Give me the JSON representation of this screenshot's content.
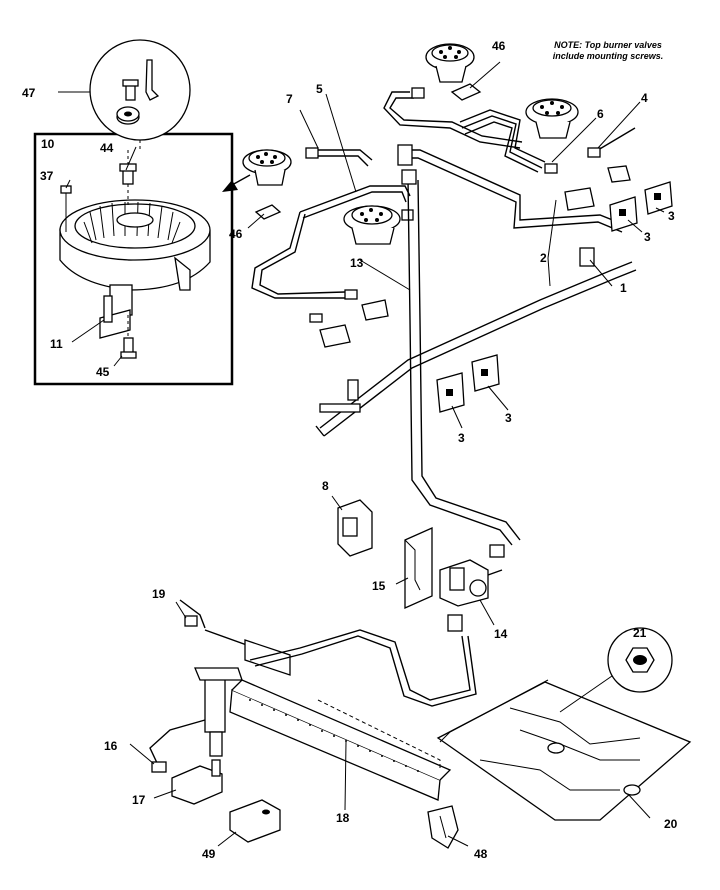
{
  "note": {
    "line1": "NOTE: Top burner valves",
    "line2": "include mounting screws."
  },
  "labels": {
    "p1": "1",
    "p2": "2",
    "p3a": "3",
    "p3b": "3",
    "p3c": "3",
    "p3d": "3",
    "p4": "4",
    "p5": "5",
    "p6": "6",
    "p7": "7",
    "p8": "8",
    "p10": "10",
    "p11": "11",
    "p13": "13",
    "p14": "14",
    "p15": "15",
    "p16": "16",
    "p17": "17",
    "p18": "18",
    "p19": "19",
    "p20": "20",
    "p21": "21",
    "p37": "37",
    "p44": "44",
    "p45": "45",
    "p46a": "46",
    "p46b": "46",
    "p47": "47",
    "p48": "48",
    "p49": "49"
  }
}
